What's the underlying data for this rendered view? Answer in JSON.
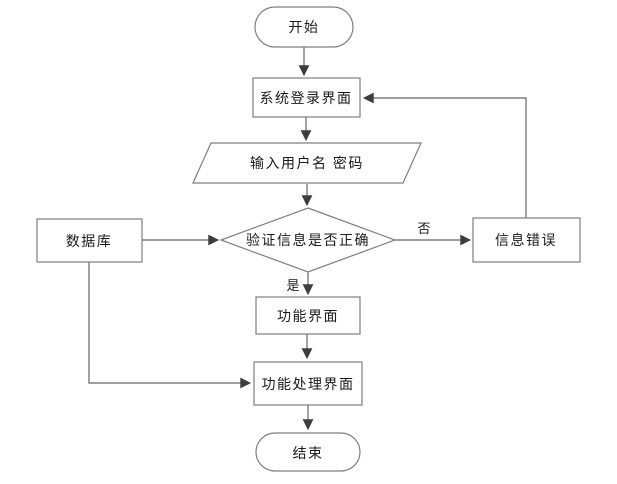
{
  "flowchart": {
    "nodes": {
      "start": {
        "label": "开始",
        "type": "terminator"
      },
      "login_screen": {
        "label": "系统登录界面",
        "type": "process"
      },
      "input_credentials": {
        "label": "输入用户名 密码",
        "type": "input-output"
      },
      "verify_decision": {
        "label": "验证信息是否正确",
        "type": "decision"
      },
      "database": {
        "label": "数据库",
        "type": "process"
      },
      "info_error": {
        "label": "信息错误",
        "type": "process"
      },
      "function_screen": {
        "label": "功能界面",
        "type": "process"
      },
      "function_process_screen": {
        "label": "功能处理界面",
        "type": "process"
      },
      "end": {
        "label": "结束",
        "type": "terminator"
      }
    },
    "edge_labels": {
      "yes": "是",
      "no": "否"
    },
    "colors": {
      "canvas_background": "#ffffff",
      "shape_fill": "#ffffff",
      "shape_border": "#7f7f7f",
      "connector_line": "#666666",
      "arrowhead": "#3d3d3d",
      "label_text": "#1a1a1a"
    }
  }
}
